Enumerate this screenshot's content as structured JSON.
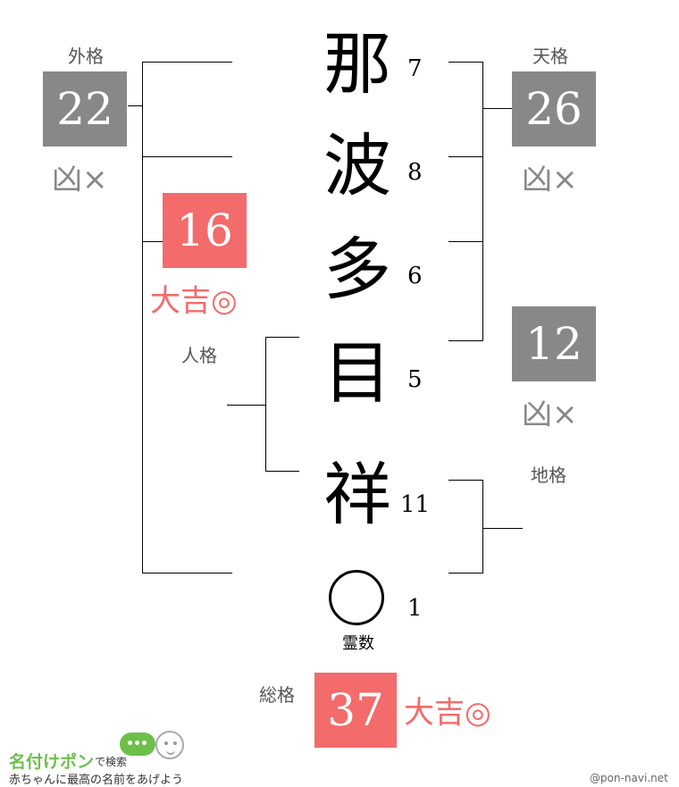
{
  "name_chars": [
    {
      "char": "那",
      "strokes": "7"
    },
    {
      "char": "波",
      "strokes": "8"
    },
    {
      "char": "多",
      "strokes": "6"
    },
    {
      "char": "目",
      "strokes": "5"
    },
    {
      "char": "祥",
      "strokes": "11"
    }
  ],
  "spirit": {
    "symbol": "◯",
    "strokes": "1",
    "label": "霊数"
  },
  "gaikaku": {
    "label": "外格",
    "value": "22",
    "fortune": "凶×"
  },
  "tenkaku": {
    "label": "天格",
    "value": "26",
    "fortune": "凶×"
  },
  "jinkaku": {
    "label": "人格",
    "value": "16",
    "fortune": "大吉◎"
  },
  "extra": {
    "value": "12",
    "fortune": "凶×"
  },
  "chikaku": {
    "label": "地格"
  },
  "soukaku": {
    "label": "総格",
    "value": "37",
    "fortune": "大吉◎"
  },
  "footer": {
    "logo": "名付けポン",
    "search": "で検索",
    "tagline": "赤ちゃんに最高の名前をあげよう",
    "credit": "@pon-navi.net"
  },
  "colors": {
    "bad_box": "#888888",
    "good_box": "#f36b6b",
    "good_text": "#f36b6b",
    "bad_text": "#888888",
    "logo_green": "#6cc04a"
  }
}
